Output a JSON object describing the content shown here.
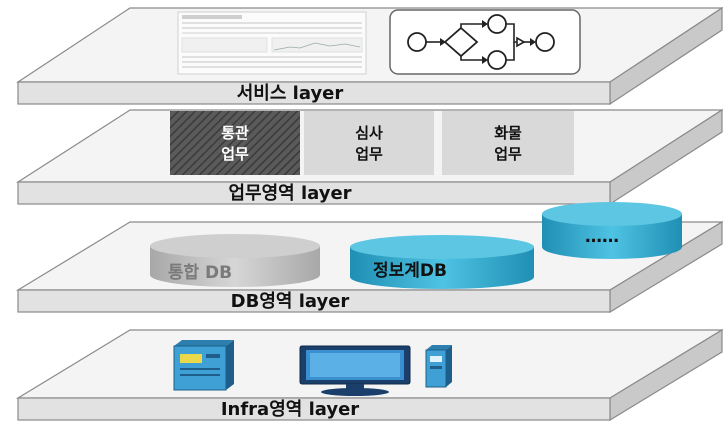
{
  "layers": [
    {
      "label": "서비스 layer"
    },
    {
      "label": "업무영역 layer"
    },
    {
      "label": "DB영역 layer"
    },
    {
      "label": "Infra영역 layer"
    }
  ],
  "business_boxes": [
    {
      "line1": "통관",
      "line2": "업무"
    },
    {
      "line1": "심사",
      "line2": "업무"
    },
    {
      "line1": "화물",
      "line2": "업무"
    }
  ],
  "databases": [
    {
      "label": "통합 DB"
    },
    {
      "label": "정보계DB"
    },
    {
      "label": "……"
    }
  ],
  "icons": [
    "report-thumbnail",
    "workflow-diagram",
    "server-rack",
    "monitor",
    "desktop-tower"
  ],
  "colors": {
    "slab_top": "#f4f4f4",
    "slab_front": "#dcdcdc",
    "slab_stroke": "#8a8a8a",
    "db_gray": "#b5b5b5",
    "db_blue": "#2aa5c9",
    "box_hatched": "#555555",
    "box_light": "#d9d9d9"
  }
}
